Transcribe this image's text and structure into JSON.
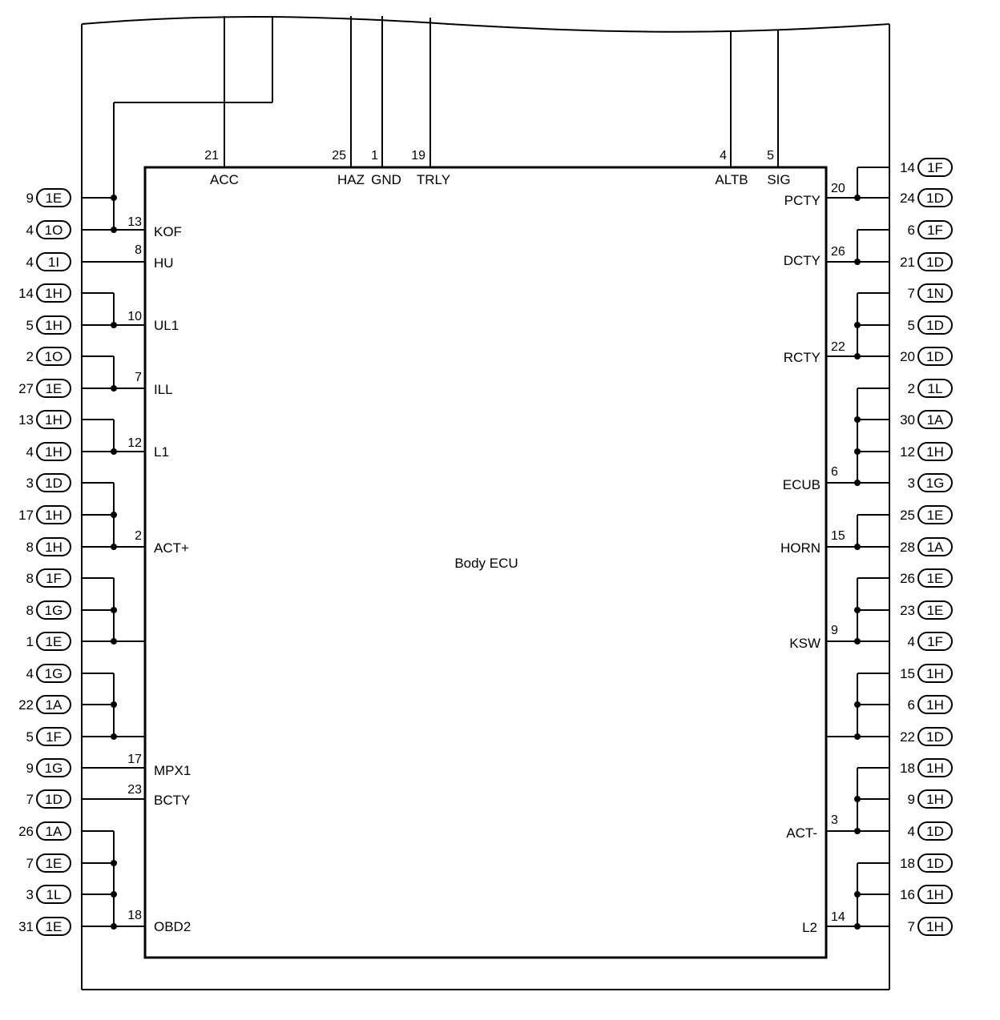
{
  "ecu": {
    "title": "Body ECU"
  },
  "top_terminals": [
    {
      "name": "ACC",
      "pin": "21"
    },
    {
      "name": "HAZ",
      "pin": "25"
    },
    {
      "name": "GND",
      "pin": "1"
    },
    {
      "name": "TRLY",
      "pin": "19"
    },
    {
      "name": "ALTB",
      "pin": "4"
    },
    {
      "name": "SIG",
      "pin": "5"
    }
  ],
  "left_terminals": [
    {
      "name": "KOF",
      "pin": "13"
    },
    {
      "name": "HU",
      "pin": "8"
    },
    {
      "name": "UL1",
      "pin": "10"
    },
    {
      "name": "ILL",
      "pin": "7"
    },
    {
      "name": "L1",
      "pin": "12"
    },
    {
      "name": "ACT+",
      "pin": "2"
    },
    {
      "name": "MPX1",
      "pin": "17"
    },
    {
      "name": "BCTY",
      "pin": "23"
    },
    {
      "name": "OBD2",
      "pin": "18"
    }
  ],
  "right_terminals": [
    {
      "name": "PCTY",
      "pin": "20"
    },
    {
      "name": "DCTY",
      "pin": "26"
    },
    {
      "name": "RCTY",
      "pin": "22"
    },
    {
      "name": "ECUB",
      "pin": "6"
    },
    {
      "name": "HORN",
      "pin": "15"
    },
    {
      "name": "KSW",
      "pin": "9"
    },
    {
      "name": "ACT-",
      "pin": "3"
    },
    {
      "name": "L2",
      "pin": "14"
    }
  ],
  "left_connectors": [
    {
      "pin": "9",
      "conn": "1E"
    },
    {
      "pin": "4",
      "conn": "1O"
    },
    {
      "pin": "4",
      "conn": "1I"
    },
    {
      "pin": "14",
      "conn": "1H"
    },
    {
      "pin": "5",
      "conn": "1H"
    },
    {
      "pin": "2",
      "conn": "1O"
    },
    {
      "pin": "27",
      "conn": "1E"
    },
    {
      "pin": "13",
      "conn": "1H"
    },
    {
      "pin": "4",
      "conn": "1H"
    },
    {
      "pin": "3",
      "conn": "1D"
    },
    {
      "pin": "17",
      "conn": "1H"
    },
    {
      "pin": "8",
      "conn": "1H"
    },
    {
      "pin": "8",
      "conn": "1F"
    },
    {
      "pin": "8",
      "conn": "1G"
    },
    {
      "pin": "1",
      "conn": "1E"
    },
    {
      "pin": "4",
      "conn": "1G"
    },
    {
      "pin": "22",
      "conn": "1A"
    },
    {
      "pin": "5",
      "conn": "1F"
    },
    {
      "pin": "9",
      "conn": "1G"
    },
    {
      "pin": "7",
      "conn": "1D"
    },
    {
      "pin": "26",
      "conn": "1A"
    },
    {
      "pin": "7",
      "conn": "1E"
    },
    {
      "pin": "3",
      "conn": "1L"
    },
    {
      "pin": "31",
      "conn": "1E"
    }
  ],
  "right_connectors": [
    {
      "pin": "14",
      "conn": "1F"
    },
    {
      "pin": "24",
      "conn": "1D"
    },
    {
      "pin": "6",
      "conn": "1F"
    },
    {
      "pin": "21",
      "conn": "1D"
    },
    {
      "pin": "7",
      "conn": "1N"
    },
    {
      "pin": "5",
      "conn": "1D"
    },
    {
      "pin": "20",
      "conn": "1D"
    },
    {
      "pin": "2",
      "conn": "1L"
    },
    {
      "pin": "30",
      "conn": "1A"
    },
    {
      "pin": "12",
      "conn": "1H"
    },
    {
      "pin": "3",
      "conn": "1G"
    },
    {
      "pin": "25",
      "conn": "1E"
    },
    {
      "pin": "28",
      "conn": "1A"
    },
    {
      "pin": "26",
      "conn": "1E"
    },
    {
      "pin": "23",
      "conn": "1E"
    },
    {
      "pin": "4",
      "conn": "1F"
    },
    {
      "pin": "15",
      "conn": "1H"
    },
    {
      "pin": "6",
      "conn": "1H"
    },
    {
      "pin": "22",
      "conn": "1D"
    },
    {
      "pin": "18",
      "conn": "1H"
    },
    {
      "pin": "9",
      "conn": "1H"
    },
    {
      "pin": "4",
      "conn": "1D"
    },
    {
      "pin": "18",
      "conn": "1D"
    },
    {
      "pin": "16",
      "conn": "1H"
    },
    {
      "pin": "7",
      "conn": "1H"
    }
  ]
}
